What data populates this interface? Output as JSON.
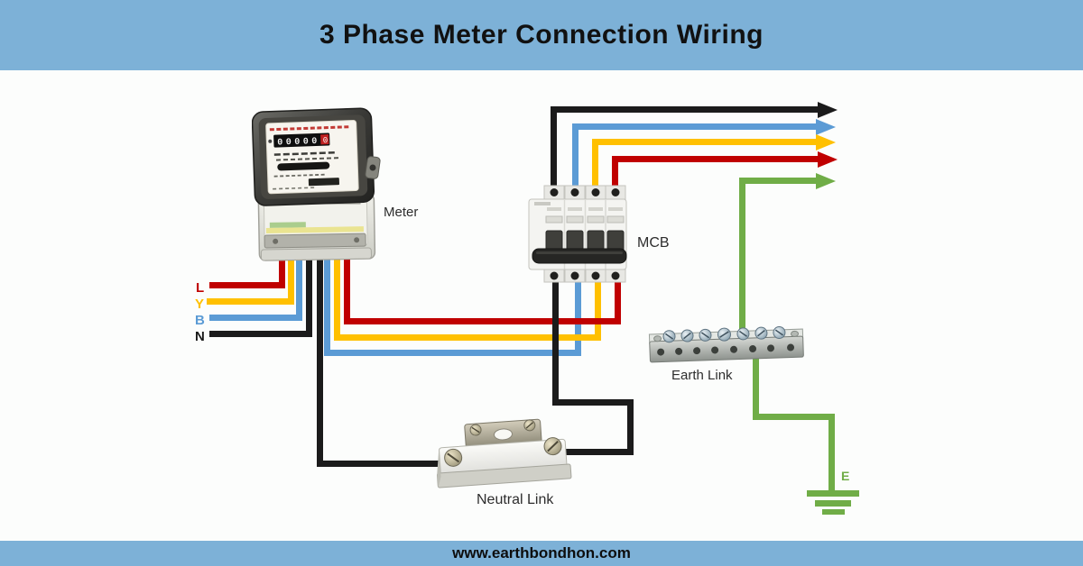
{
  "header": {
    "title": "3 Phase Meter Connection Wiring"
  },
  "footer": {
    "website": "www.earthbondhon.com"
  },
  "diagram": {
    "meter": {
      "label": "Meter",
      "register_digits": "00000",
      "register_red_digit": "0"
    },
    "mcb": {
      "label": "MCB"
    },
    "earth_link": {
      "label": "Earth Link"
    },
    "neutral_link": {
      "label": "Neutral Link"
    },
    "earth_terminal": {
      "label": "E"
    },
    "phase_labels": [
      {
        "label": "L",
        "color": "#c00000"
      },
      {
        "label": "Y",
        "color": "#ffc000"
      },
      {
        "label": "B",
        "color": "#5b9bd5"
      },
      {
        "label": "N",
        "color": "#1a1a1a"
      }
    ]
  },
  "colors": {
    "band-blue": "#7db1d7",
    "wire-black": "#1b1b1b",
    "wire-red": "#c00000",
    "wire-yellow": "#ffc000",
    "wire-blue": "#5b9bd5",
    "wire-green": "#70ad47",
    "title-text": "#111111",
    "label-text": "#2d2d2d"
  }
}
